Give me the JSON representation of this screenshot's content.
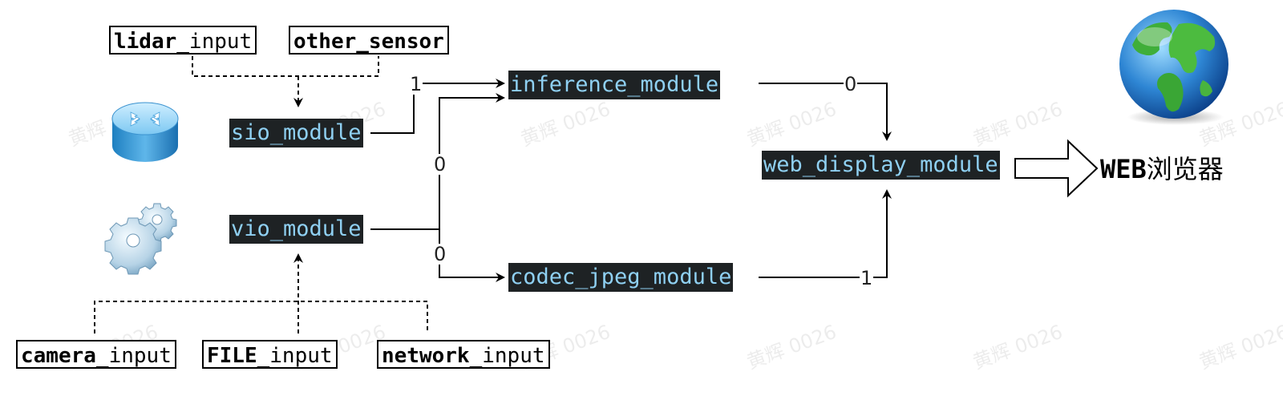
{
  "colors": {
    "module_bg": "#1e2224",
    "module_text": "#8fd0f2",
    "line": "#000000"
  },
  "inputs": {
    "lidar": {
      "bold": "lidar",
      "rest": "_input"
    },
    "other_sensor": {
      "bold": "other_sensor",
      "rest": ""
    },
    "camera": {
      "bold": "camera",
      "rest": "_input"
    },
    "file": {
      "bold": "FILE",
      "rest": "_input"
    },
    "network": {
      "bold": "network",
      "rest": "_input"
    }
  },
  "modules": {
    "sio": "sio_module",
    "vio": "vio_module",
    "inference": "inference_module",
    "codec": "codec_jpeg_module",
    "web_display": "web_display_module"
  },
  "edge_labels": {
    "sio_to_inference": "1",
    "vio_to_inference": "0",
    "vio_to_codec": "0",
    "inference_to_web": "0",
    "codec_to_web": "1"
  },
  "browser": {
    "prefix": "WEB",
    "suffix": "浏览器"
  },
  "icons": {
    "router": "router-icon",
    "gears": "gears-icon",
    "globe": "globe-icon"
  },
  "watermark": "黄辉 0026"
}
